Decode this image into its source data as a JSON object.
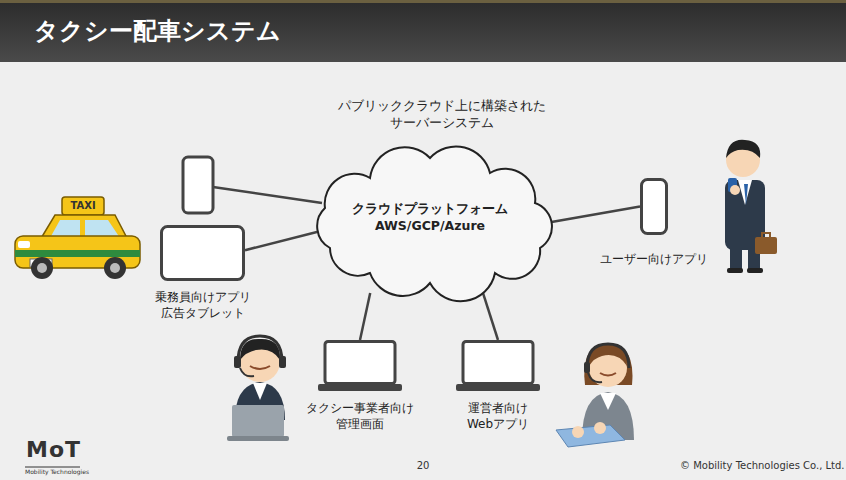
{
  "diagram": {
    "title": "タクシー配車システム",
    "nodes": [
      {
        "text": [
          "クラウドプラットフォーム",
          "AWS/GCP/Azure"
        ]
      },
      {
        "text": [
          "乗務員向けアプリ 広告タブレット"
        ]
      },
      {
        "text": [
          "ユーザー向けアプリ"
        ]
      },
      {
        "text": [
          "タクシー事業者向け 管理画面"
        ]
      },
      {
        "text": [
          "運営者向け Webアプリ"
        ]
      }
    ],
    "edges": [
      {
        "from": 1,
        "to": 0,
        "arrow": "none"
      },
      {
        "from": 0,
        "to": 2,
        "arrow": "none"
      },
      {
        "from": 0,
        "to": 3,
        "arrow": "none"
      },
      {
        "from": 0,
        "to": 4,
        "arrow": "none"
      }
    ],
    "labels": [
      "パブリッククラウド上に構築された サーバーシステム",
      "TAXI",
      "MoT",
      "Mobility Technologies",
      "20",
      "© Mobility Technologies Co., Ltd."
    ]
  }
}
